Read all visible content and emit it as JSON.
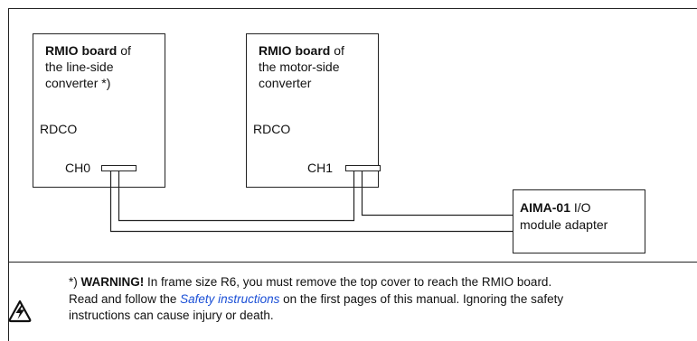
{
  "diagram": {
    "line_side_board": {
      "title_bold": "RMIO board",
      "title_rest": " of",
      "line2": "the line-side",
      "line3": "converter *)",
      "module": "RDCO",
      "channel": "CH0"
    },
    "motor_side_board": {
      "title_bold": "RMIO board",
      "title_rest": " of",
      "line2": "the motor-side",
      "line3": "converter",
      "module": "RDCO",
      "channel": "CH1"
    },
    "adapter": {
      "title_bold": "AIMA-01",
      "title_rest": " I/O",
      "line2": "module adapter"
    }
  },
  "warning": {
    "icon": "electrical-hazard-icon",
    "prefix": "*) ",
    "label": "WARNING!",
    "text1": " In frame size R6, you must remove the top cover to reach the RMIO board.",
    "line2_pre": "Read and follow the ",
    "link": "Safety instructions",
    "line2_post": " on the first pages of this manual. Ignoring the safety",
    "line3": "instructions can cause injury or death."
  }
}
